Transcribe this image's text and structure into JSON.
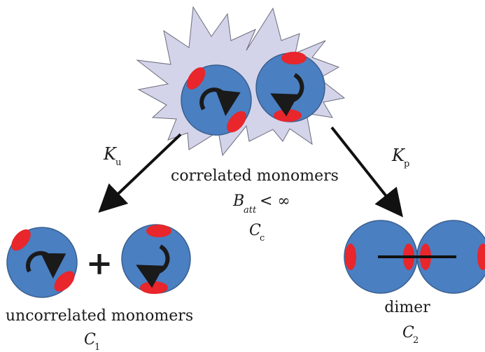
{
  "center": {
    "label": "correlated monomers",
    "batt_symbol": "B",
    "batt_sub": "att",
    "batt_rel": "< ∞",
    "conc_symbol": "C",
    "conc_sub": "c"
  },
  "left_arrow": {
    "symbol": "K",
    "sub": "u"
  },
  "right_arrow": {
    "symbol": "K",
    "sub": "p"
  },
  "left_state": {
    "label": "uncorrelated monomers",
    "plus": "+",
    "conc_symbol": "C",
    "conc_sub": "1"
  },
  "right_state": {
    "label": "dimer",
    "conc_symbol": "C",
    "conc_sub": "2"
  },
  "colors": {
    "monomer_fill": "#4a7fc1",
    "monomer_stroke": "#3a5f8f",
    "patch": "#e8262b",
    "cloud_fill": "#d3d4ea",
    "cloud_stroke": "#6b6b7a",
    "arrow": "#111111"
  }
}
